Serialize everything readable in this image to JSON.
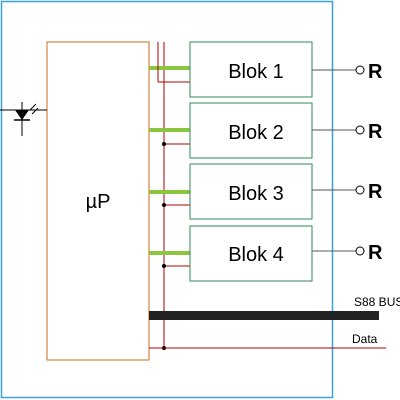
{
  "microprocessor": {
    "label": "µP"
  },
  "blocks": [
    {
      "label": "Blok 1"
    },
    {
      "label": "Blok 2"
    },
    {
      "label": "Blok 3"
    },
    {
      "label": "Blok 4"
    }
  ],
  "outputs": [
    {
      "label": "R"
    },
    {
      "label": "R"
    },
    {
      "label": "R"
    },
    {
      "label": "R"
    }
  ],
  "bus": {
    "s88_label": "S88 BUS",
    "data_label": "Data"
  },
  "colors": {
    "frame": "#3aa0d8",
    "block_border": "#2e8b57",
    "processor_border": "#d2691e",
    "green_link": "#8cc63f",
    "wire_red": "#b00000",
    "bus_black": "#222222",
    "output_line": "#555555"
  },
  "icons": {
    "indicator": "led-icon",
    "terminal": "terminal-circle-icon"
  }
}
